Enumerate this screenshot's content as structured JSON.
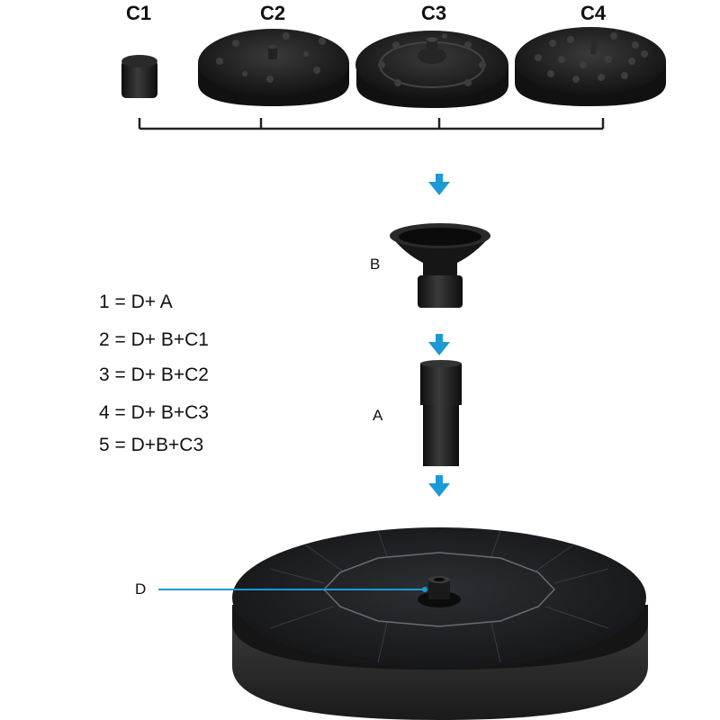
{
  "nozzles": [
    {
      "id": "c1",
      "label": "C1"
    },
    {
      "id": "c2",
      "label": "C2"
    },
    {
      "id": "c3",
      "label": "C3"
    },
    {
      "id": "c4",
      "label": "C4"
    }
  ],
  "parts": {
    "b_label": "B",
    "a_label": "A",
    "d_label": "D"
  },
  "combinations": [
    "1 = D+ A",
    "2 = D+ B+C1",
    "3 = D+ B+C2",
    "4 = D+ B+C3",
    "5 = D+B+C3"
  ],
  "colors": {
    "arrow": "#1a9ad6",
    "pointer_line": "#1a9ad6",
    "part_dark": "#1c1c1c",
    "bracket": "#222222"
  }
}
